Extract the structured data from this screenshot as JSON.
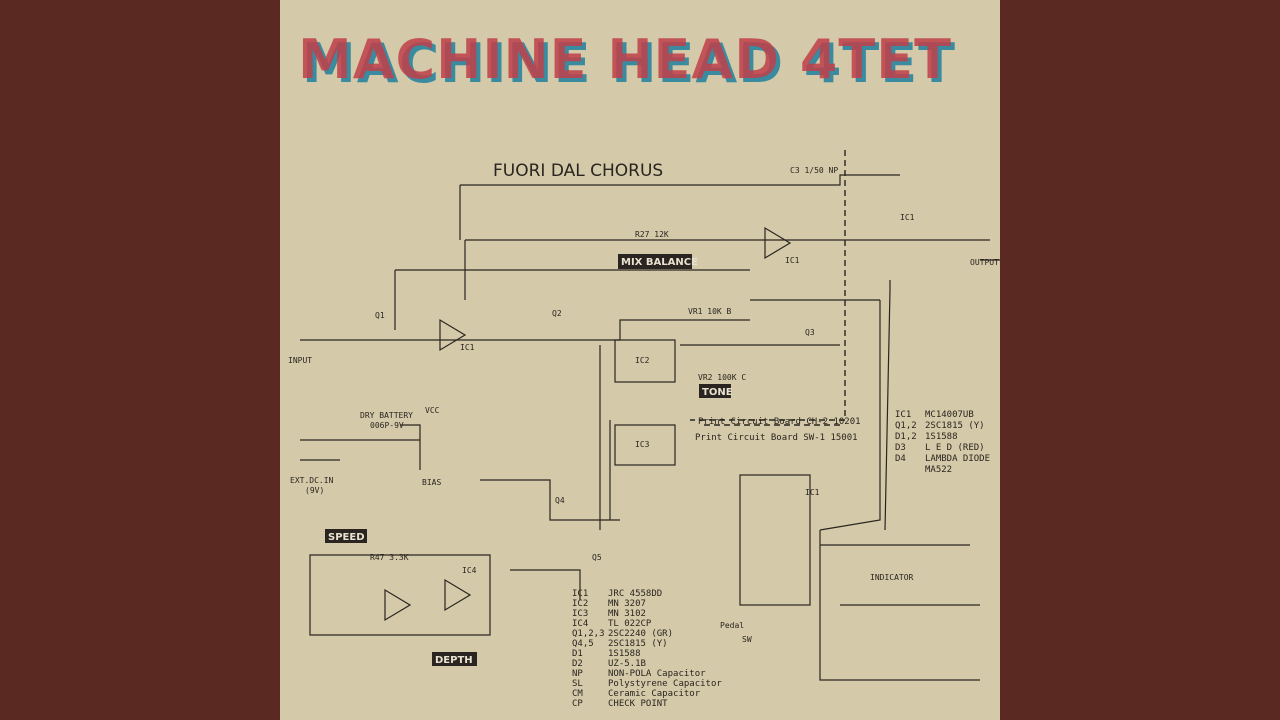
{
  "title": "MACHINE HEAD 4TET",
  "subtitle": "FUORI DAL CHORUS",
  "colors": {
    "frame": "#5a2a22",
    "paper": "#d4c9a8",
    "ink": "#2a2520",
    "title_red": "#c0404a",
    "title_cyan": "#3a8aa0"
  },
  "tags": {
    "mix": "MIX BALANCE",
    "tone": "TONE",
    "speed": "SPEED",
    "depth": "DEPTH"
  },
  "boards": {
    "ch2": "Print Circuit Board CH-2 10201",
    "sw1": "Print Circuit Board SW-1 15001"
  },
  "labels": {
    "input": "INPUT",
    "output": "OUTPUT",
    "battery": "DRY BATTERY",
    "battery_type": "006P-9V",
    "vcc": "VCC",
    "ext_dc": "EXT.DC.IN",
    "ext_v": "(9V)",
    "bias": "BIAS",
    "ic1": "IC1",
    "ic2": "IC2",
    "ic3": "IC3",
    "ic4": "IC4",
    "q1": "Q1",
    "q2": "Q2",
    "q3": "Q3",
    "q4": "Q4",
    "q5": "Q5",
    "pedal": "Pedal",
    "sw": "SW",
    "indicator": "INDICATOR",
    "r47": "R47 3.3K",
    "c3": "C3 1/50 NP",
    "r27": "R27 12K",
    "vr1": "VR1 10K B",
    "vr2": "VR2 100K C"
  },
  "parts_left": [
    {
      "ref": "IC1",
      "part": "JRC 4558DD"
    },
    {
      "ref": "IC2",
      "part": "MN 3207"
    },
    {
      "ref": "IC3",
      "part": "MN 3102"
    },
    {
      "ref": "IC4",
      "part": "TL 022CP"
    },
    {
      "ref": "Q1,2,3",
      "part": "2SC2240 (GR)"
    },
    {
      "ref": "Q4,5",
      "part": "2SC1815 (Y)"
    },
    {
      "ref": "D1",
      "part": "1S1588"
    },
    {
      "ref": "D2",
      "part": "UZ-5.1B"
    },
    {
      "ref": "NP",
      "part": "NON-POLA Capacitor"
    },
    {
      "ref": "SL",
      "part": "Polystyrene Capacitor"
    },
    {
      "ref": "CM",
      "part": "Ceramic Capacitor"
    },
    {
      "ref": "CP",
      "part": "CHECK POINT"
    }
  ],
  "parts_right": [
    {
      "ref": "IC1",
      "part": "MC14007UB"
    },
    {
      "ref": "Q1,2",
      "part": "2SC1815 (Y)"
    },
    {
      "ref": "D1,2",
      "part": "1S1588"
    },
    {
      "ref": "D3",
      "part": "L E D (RED)"
    },
    {
      "ref": "D4",
      "part": "LAMBDA DIODE"
    },
    {
      "ref": "",
      "part": "MA522"
    }
  ]
}
